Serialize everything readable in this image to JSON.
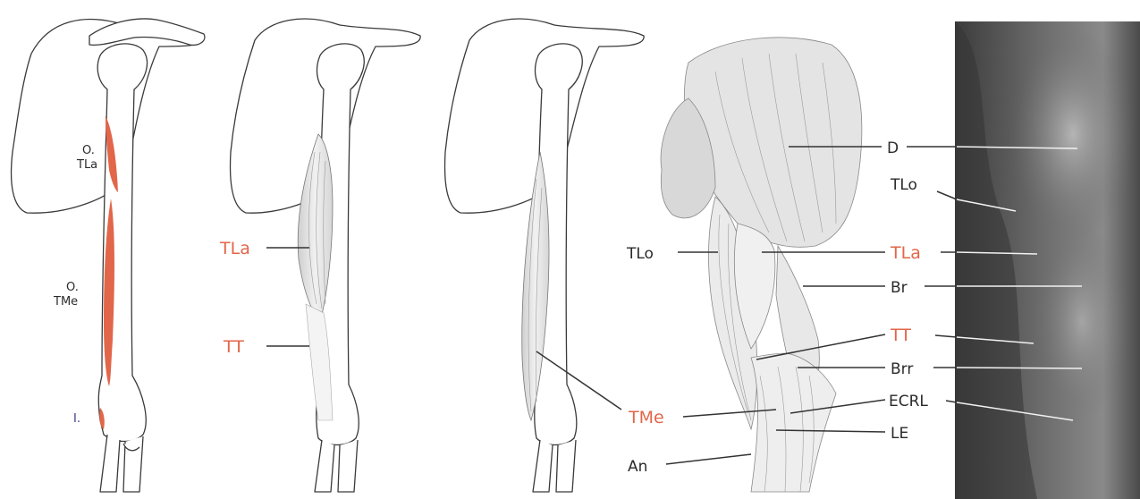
{
  "colors": {
    "highlight_red": "#e2664a",
    "label_dark": "#2b2b2b",
    "photo_background": "#5a5a5a"
  },
  "panel1": {
    "origin_lateral_head": {
      "prefix": "O.",
      "abbr": "TLa"
    },
    "origin_medial_head": {
      "prefix": "O.",
      "abbr": "TMe"
    },
    "insertion": "I."
  },
  "panel2": {
    "lateral_head": "TLa",
    "triceps_tendon": "TT"
  },
  "panel3": {
    "medial_head": "TMe"
  },
  "panel4": {
    "long_head": "TLo",
    "anconeus": "An"
  },
  "labels_center": {
    "deltoid": "D",
    "long_head": "TLo",
    "lateral_head": "TLa",
    "brachialis": "Br",
    "triceps_tendon": "TT",
    "brachioradialis": "Brr",
    "ecrl": "ECRL",
    "lateral_epicondyle": "LE"
  }
}
